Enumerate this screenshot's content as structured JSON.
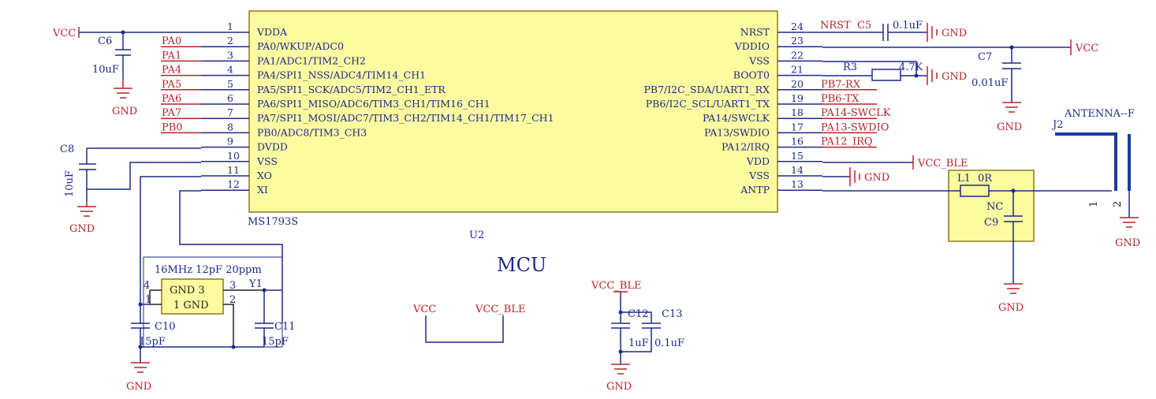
{
  "title": "MCU",
  "chip": {
    "ref": "U2",
    "part": "MS1793S",
    "left_pins": [
      {
        "num": "1",
        "name": "VDDA"
      },
      {
        "num": "2",
        "name": "PA0/WKUP/ADC0"
      },
      {
        "num": "3",
        "name": "PA1/ADC1/TIM2_CH2"
      },
      {
        "num": "4",
        "name": "PA4/SPI1_NSS/ADC4/TIM14_CH1"
      },
      {
        "num": "5",
        "name": "PA5/SPI1_SCK/ADC5/TIM2_CH1_ETR"
      },
      {
        "num": "6",
        "name": "PA6/SPI1_MISO/ADC6/TIM3_CH1/TIM16_CH1"
      },
      {
        "num": "7",
        "name": "PA7/SPI1_MOSI/ADC7/TIM3_CH2/TIM14_CH1/TIM17_CH1"
      },
      {
        "num": "8",
        "name": "PB0/ADC8/TIM3_CH3"
      },
      {
        "num": "9",
        "name": "DVDD"
      },
      {
        "num": "10",
        "name": "VSS"
      },
      {
        "num": "11",
        "name": "XO"
      },
      {
        "num": "12",
        "name": "XI"
      }
    ],
    "right_pins": [
      {
        "num": "24",
        "name": "NRST"
      },
      {
        "num": "23",
        "name": "VDDIO"
      },
      {
        "num": "22",
        "name": "VSS"
      },
      {
        "num": "21",
        "name": "BOOT0"
      },
      {
        "num": "20",
        "name": "PB7/I2C_SDA/UART1_RX"
      },
      {
        "num": "19",
        "name": "PB6/I2C_SCL/UART1_TX"
      },
      {
        "num": "18",
        "name": "PA14/SWCLK"
      },
      {
        "num": "17",
        "name": "PA13/SWDIO"
      },
      {
        "num": "16",
        "name": "PA12/IRQ"
      },
      {
        "num": "15",
        "name": "VDD"
      },
      {
        "num": "14",
        "name": "VSS"
      },
      {
        "num": "13",
        "name": "ANTP"
      }
    ]
  },
  "left_nets": [
    "PA0",
    "PA1",
    "PA4",
    "PA5",
    "PA6",
    "PA7",
    "PB0"
  ],
  "right_nets": [
    "PB7-RX",
    "PB6-TX",
    "PA14-SWCLK",
    "PA13-SWDIO",
    "PA12_IRQ"
  ],
  "labels": {
    "vcc": "VCC",
    "vcc_ble": "VCC_BLE",
    "gnd": "GND",
    "nrst": "NRST",
    "c5": "C5",
    "c5_val": "0.1uF",
    "c6": "C6",
    "c6_val": "10uF",
    "c7": "C7",
    "c7_val": "0.01uF",
    "c8": "C8",
    "c8_val": "10uF",
    "r3": "R3",
    "r3_val": "4.7K",
    "l1": "L1",
    "l1_val": "0R",
    "nc": "NC",
    "c9": "C9",
    "antenna": "ANTENNA--F",
    "j2": "J2",
    "j2_pin1": "1",
    "j2_pin2": "2",
    "crystal_desc": "16MHz 12pF 20ppm",
    "y1": "Y1",
    "xtal_gnd3": "GND 3",
    "xtal_gnd1": "1 GND",
    "xtal_p1": "1",
    "xtal_p2": "2",
    "xtal_p3": "3",
    "xtal_p4": "4",
    "c10": "C10",
    "c10_val": "15pF",
    "c11": "C11",
    "c11_val": "15pF",
    "c12": "C12",
    "c12_val": "1uF",
    "c13": "C13",
    "c13_val": "0.1uF"
  },
  "colors": {
    "wire": "#1b2a8a",
    "net_label": "#b8232b",
    "chip_fill": "#fdfba0"
  }
}
